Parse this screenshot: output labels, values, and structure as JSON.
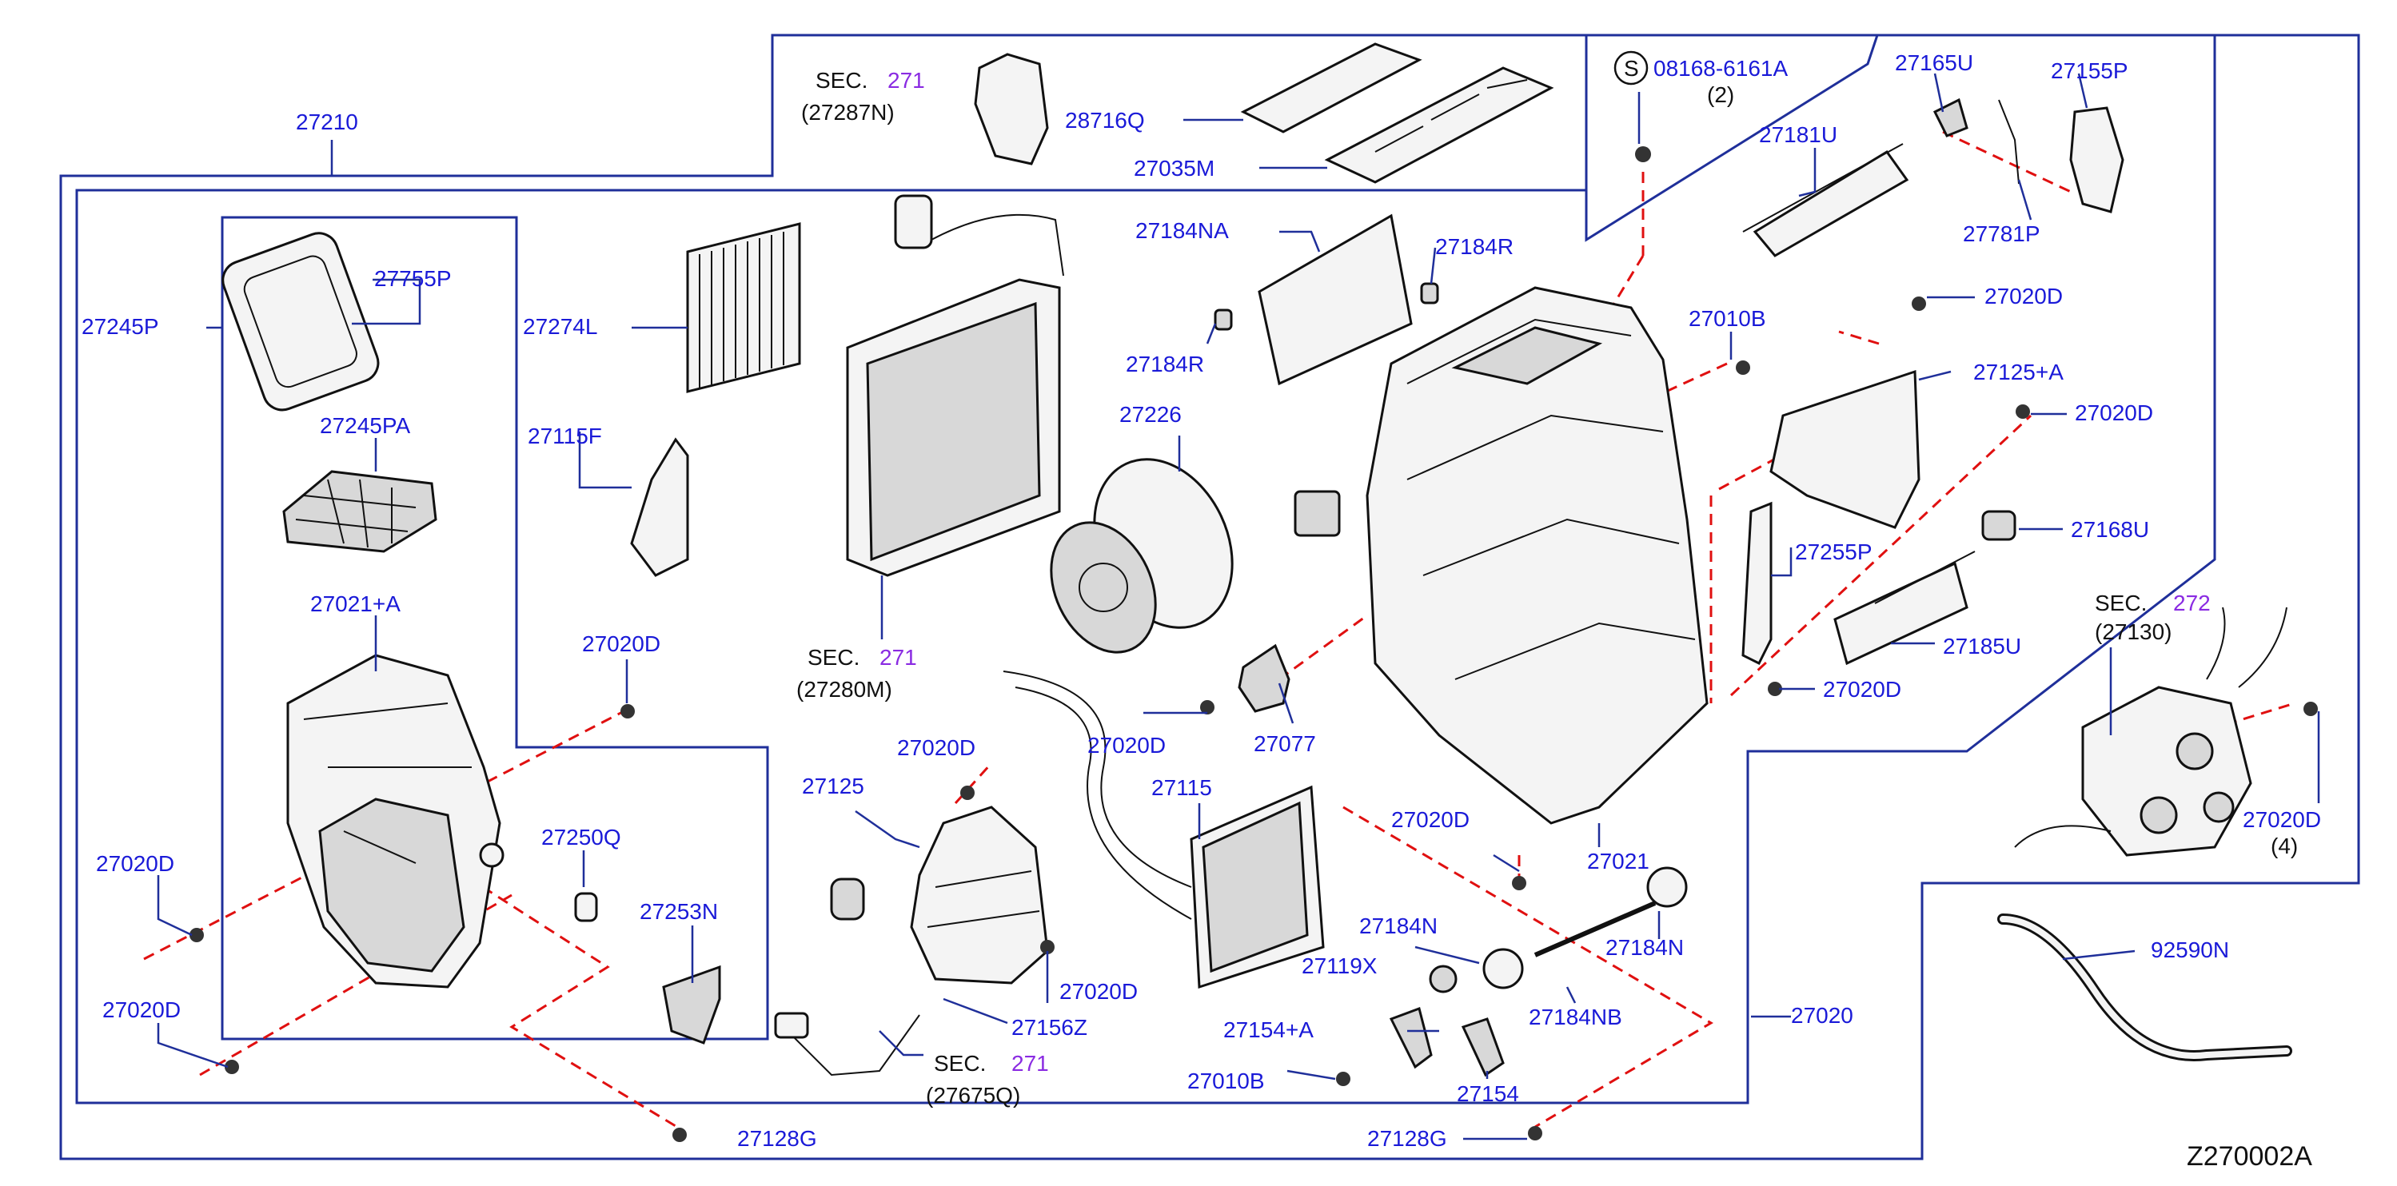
{
  "diagram_id": "Z270002A",
  "labels": {
    "l27210": "27210",
    "l27245P": "27245P",
    "l27755P": "27755P",
    "l27245PA": "27245PA",
    "l27021A": "27021+A",
    "l27020D_a": "27020D",
    "l27020D_b": "27020D",
    "l27020D_c": "27020D",
    "l27250Q": "27250Q",
    "l27253N": "27253N",
    "l27128G_a": "27128G",
    "l27274L": "27274L",
    "l27115F": "27115F",
    "sec_top_a": "SEC.",
    "sec_top_a_num": "271",
    "sec_top_a_ref": "(27287N)",
    "sec_evap": "SEC.",
    "sec_evap_num": "271",
    "sec_evap_ref": "(27280M)",
    "l28716Q": "28716Q",
    "l27035M": "27035M",
    "l27184NA": "27184NA",
    "l27184R_a": "27184R",
    "l27184R_b": "27184R",
    "l27226": "27226",
    "l27125": "27125",
    "l27020D_d": "27020D",
    "l27020D_e": "27020D",
    "l27156Z": "27156Z",
    "sec_bot": "SEC.",
    "sec_bot_num": "271",
    "sec_bot_ref": "(27675Q)",
    "l27115": "27115",
    "l27020D_f": "27020D",
    "l27077": "27077",
    "s_symbol": "S",
    "l08168": "08168-6161A",
    "l08168_qty": "(2)",
    "l27010B_a": "27010B",
    "l27020D_g": "27020D",
    "l27021": "27021",
    "l27184N_a": "27184N",
    "l27119X": "27119X",
    "l27154A": "27154+A",
    "l27010B_b": "27010B",
    "l27154": "27154",
    "l27184N_b": "27184N",
    "l27184NB": "27184NB",
    "l27128G_b": "27128G",
    "l27020": "27020",
    "l27165U": "27165U",
    "l27155P": "27155P",
    "l27181U": "27181U",
    "l27781P": "27781P",
    "l27020D_h": "27020D",
    "l27125A": "27125+A",
    "l27020D_i": "27020D",
    "l27168U": "27168U",
    "l27255P": "27255P",
    "l27185U": "27185U",
    "l27020D_j": "27020D",
    "sec_ctrl": "SEC.",
    "sec_ctrl_num": "272",
    "sec_ctrl_ref": "(27130)",
    "l27020D_k": "27020D",
    "l27020D_k_qty": "(4)",
    "l92590N": "92590N"
  },
  "colors": {
    "part_number_text": "#1a1ad8",
    "section_number_text": "#8a2be2",
    "frame_line": "#1f2f9a",
    "assembly_path": "#e01010"
  }
}
